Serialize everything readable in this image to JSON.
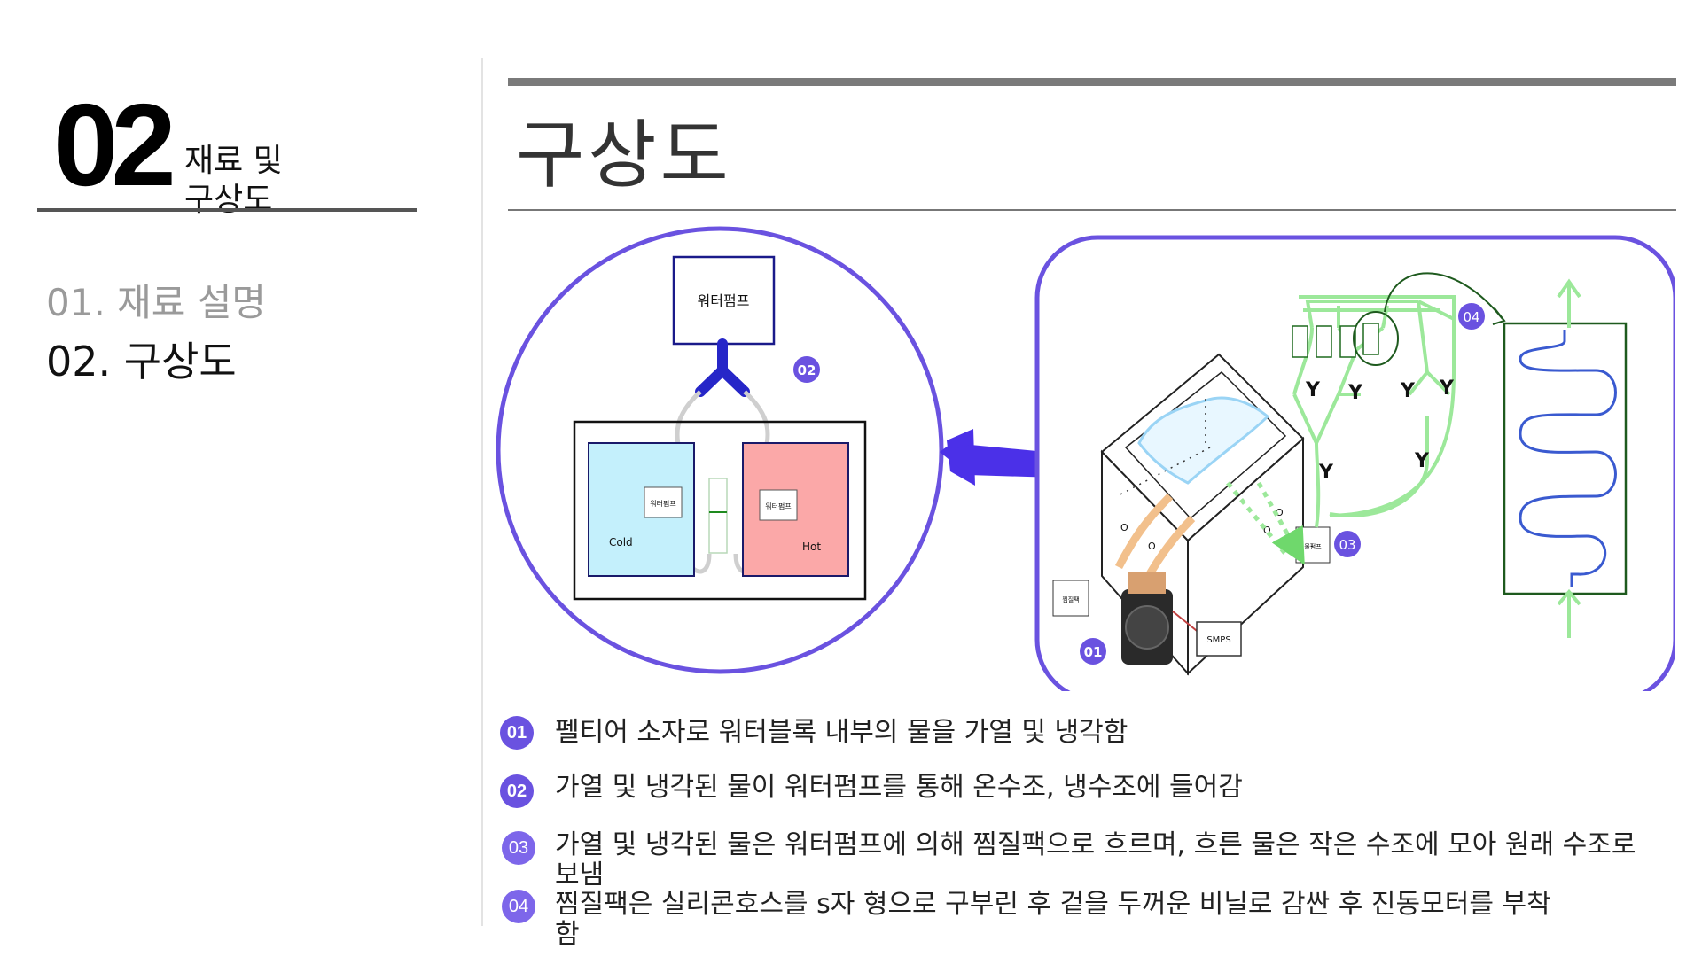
{
  "section": {
    "number": "02",
    "title": "재료 및 구상도"
  },
  "toc": [
    {
      "label": "01. 재료 설명",
      "state": "inactive"
    },
    {
      "label": "02. 구상도",
      "state": "active"
    }
  ],
  "page_title": "구상도",
  "colors": {
    "accent": "#6a52e0",
    "cold": "#c4f0fc",
    "hot": "#fba8a8",
    "pipe_green": "#9ce89a",
    "dark_green": "#1e5a1e",
    "arrow_blue": "#4b30e8"
  },
  "diagram": {
    "left_circle": {
      "pump_label": "워터펌프",
      "badge": "02",
      "cold_label": "Cold",
      "hot_label": "Hot",
      "small_pump_label": "워터펌프"
    },
    "right_panel": {
      "badges": [
        "01",
        "03",
        "04"
      ],
      "smps_label": "SMPS",
      "small_pump_label_left": "찜질팩",
      "small_pump_label_right": "물펌프",
      "splitter_labels": [
        "Y",
        "Y",
        "Y",
        "Y",
        "Y",
        "Y"
      ],
      "hole_labels": [
        "O",
        "O",
        "O",
        "O"
      ]
    }
  },
  "legend": [
    {
      "badge": "01",
      "text": "펠티어 소자로 워터블록 내부의 물을 가열 및 냉각함"
    },
    {
      "badge": "02",
      "text": "가열 및 냉각된 물이 워터펌프를 통해 온수조, 냉수조에 들어감"
    },
    {
      "badge": "03",
      "text": "가열 및 냉각된 물은 워터펌프에 의해 찜질팩으로 흐르며, 흐른 물은 작은 수조에 모아 원래 수조로 보냄"
    },
    {
      "badge": "04",
      "text": "찜질팩은 실리콘호스를 s자 형으로 구부린 후 겉을 두꺼운 비닐로 감싼 후 진동모터를 부착함"
    }
  ]
}
